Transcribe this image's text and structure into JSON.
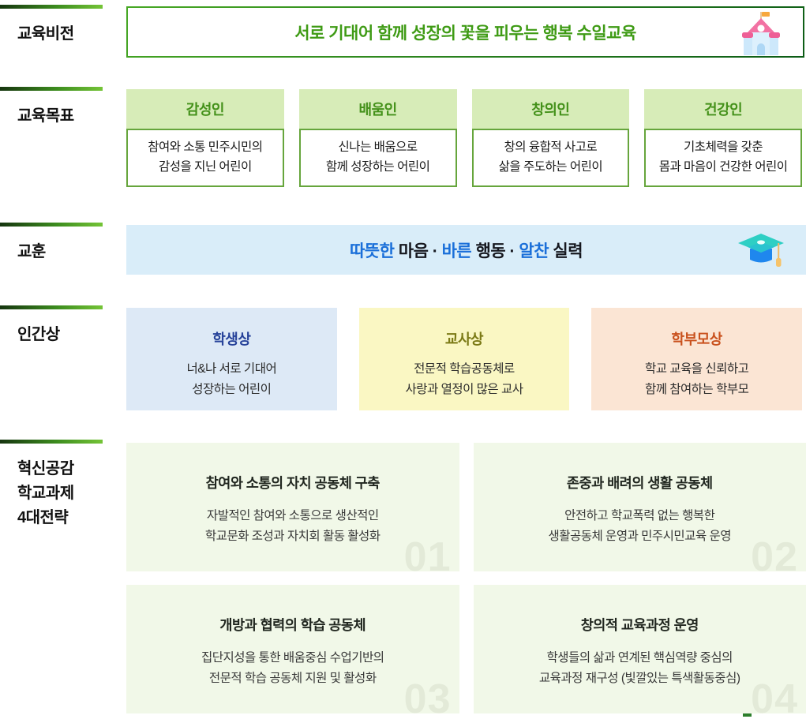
{
  "vision": {
    "label": "교육비전",
    "text": "서로 기대어 함께 성장의 꽃을 피우는 행복 수일교육",
    "icon": "school-icon"
  },
  "goals": {
    "label": "교육목표",
    "cards": [
      {
        "title": "감성인",
        "body": "참여와 소통 민주시민의\n감성을 지닌 어린이"
      },
      {
        "title": "배움인",
        "body": "신나는 배움으로\n함께 성장하는 어린이"
      },
      {
        "title": "창의인",
        "body": "창의 융합적 사고로\n삶을 주도하는 어린이"
      },
      {
        "title": "건강인",
        "body": "기초체력을 갖춘\n몸과 마음이 건강한 어린이"
      }
    ]
  },
  "motto": {
    "label": "교훈",
    "parts": [
      {
        "text": "따뜻한 ",
        "accent": true
      },
      {
        "text": "마음 · "
      },
      {
        "text": "바른 ",
        "accent": true
      },
      {
        "text": "행동 · "
      },
      {
        "text": "알찬 ",
        "accent": true
      },
      {
        "text": "실력"
      }
    ],
    "full_text": "따뜻한 마음 · 바른 행동 · 알찬 실력",
    "icon": "graduation-cap-icon"
  },
  "ideals": {
    "label": "인간상",
    "boxes": [
      {
        "title": "학생상",
        "body": "너&나 서로 기대어\n성장하는 어린이",
        "bg": "#dde9f6",
        "title_color": "#27439a"
      },
      {
        "title": "교사상",
        "body": "전문적 학습공동체로\n사랑과 열정이 많은 교사",
        "bg": "#faf7c3",
        "title_color": "#7b7a16"
      },
      {
        "title": "학부모상",
        "body": "학교 교육을 신뢰하고\n함께 참여하는 학부모",
        "bg": "#fbe5d4",
        "title_color": "#c9511d"
      }
    ]
  },
  "strategies": {
    "label": "혁신공감\n학교과제\n4대전략",
    "cards": [
      {
        "number": "01",
        "title": "참여와 소통의 자치 공동체 구축",
        "body": "자발적인 참여와 소통으로 생산적인\n학교문화 조성과 자치회 활동 활성화"
      },
      {
        "number": "02",
        "title": "존중과 배려의 생활 공동체",
        "body": "안전하고 학교폭력 없는 행복한\n생활공동체 운영과 민주시민교육 운영"
      },
      {
        "number": "03",
        "title": "개방과 협력의 학습 공동체",
        "body": "집단지성을 통한 배움중심 수업기반의\n전문적 학습 공동체 지원 및 활성화"
      },
      {
        "number": "04",
        "title": "창의적 교육과정 운영",
        "body": "학생들의 삶과 연계된 핵심역량 중심의\n교육과정 재구성 (빛깔있는 특색활동중심)"
      }
    ]
  },
  "colors": {
    "section_line_gradient": [
      "#16350f",
      "#74c437"
    ],
    "vision_border": "#2e8f1e",
    "vision_text": "#3f9b15",
    "goal_header_bg": "#d7ecb8",
    "goal_header_text": "#44911a",
    "goal_body_border": "#66a53c",
    "motto_bg": "#d9edf9",
    "motto_accent": "#1a6fd9",
    "motto_dark": "#15171e",
    "strategy_bg": "#f1f8e8",
    "strategy_number": "#e3ead8"
  }
}
